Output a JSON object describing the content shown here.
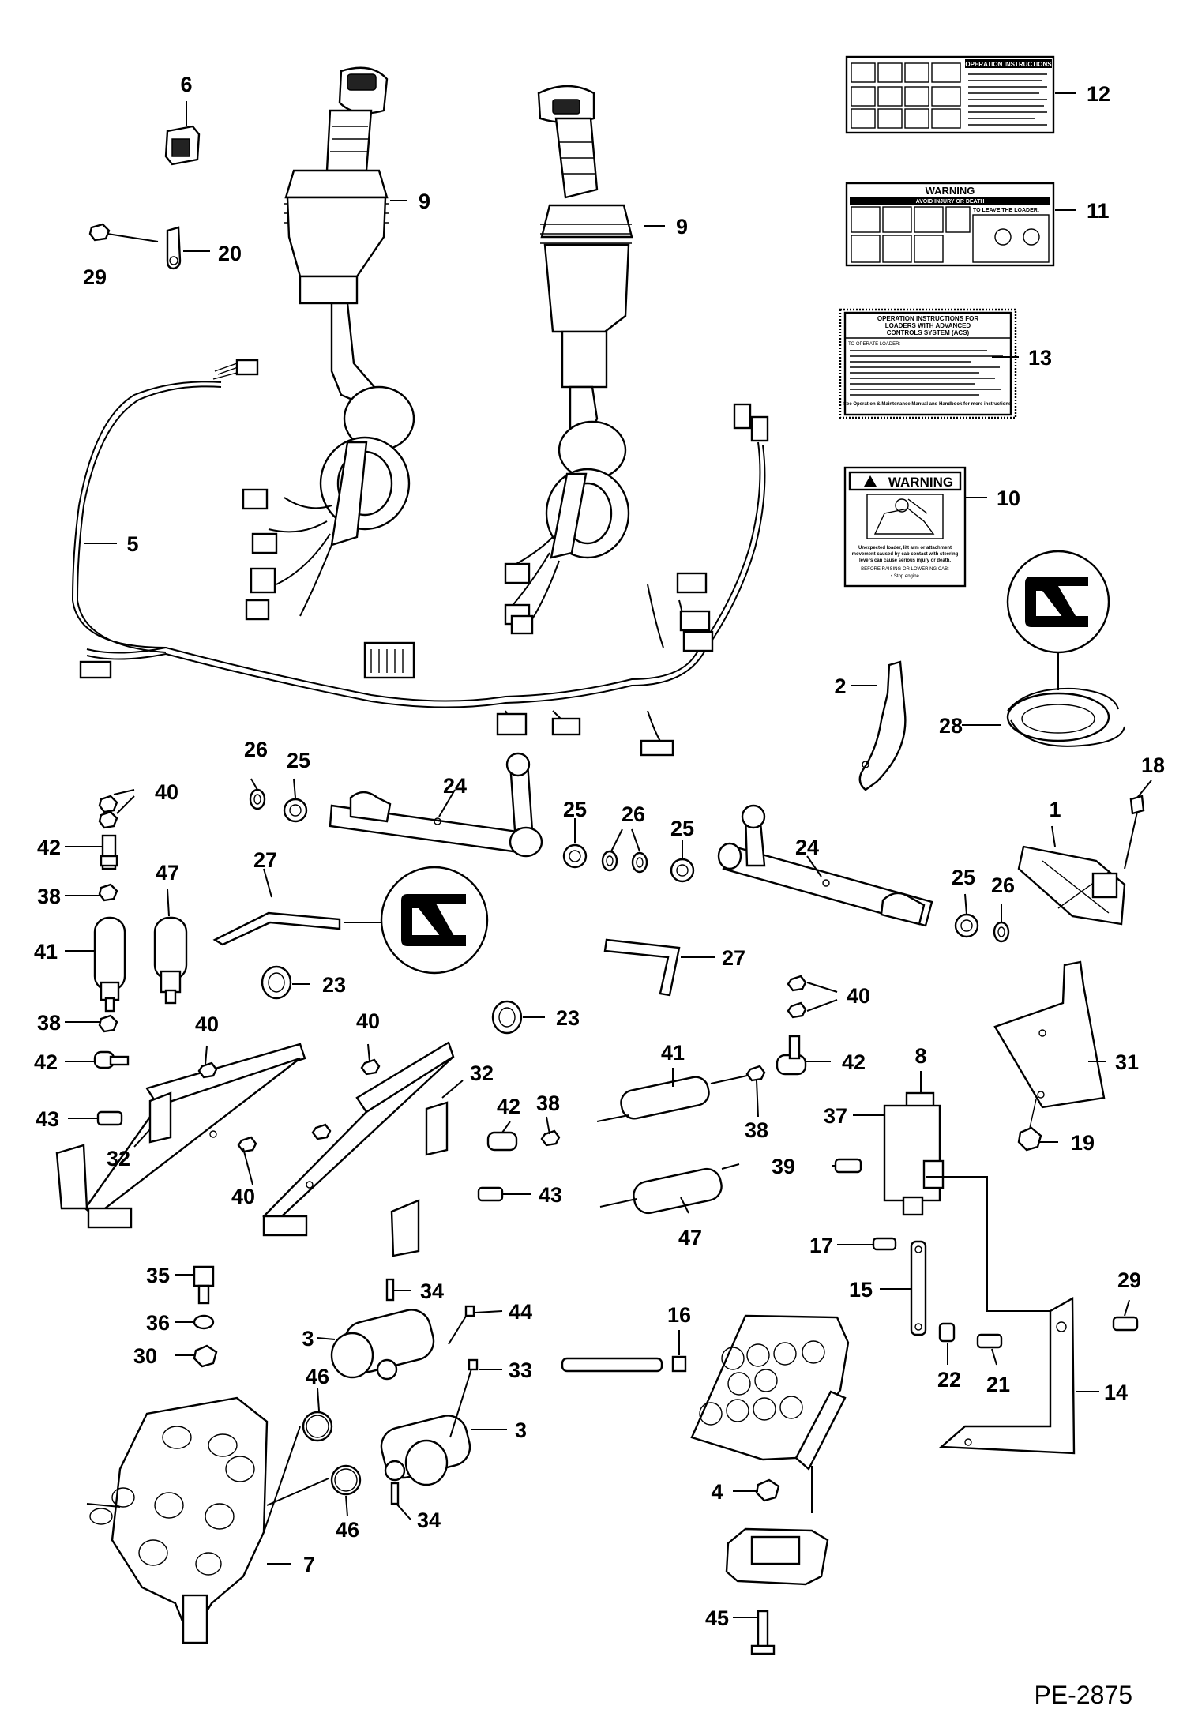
{
  "figure_ref": "PE-2875",
  "labels": {
    "l1": "1",
    "l2": "2",
    "l3a": "3",
    "l3b": "3",
    "l4": "4",
    "l5": "5",
    "l6": "6",
    "l7": "7",
    "l8": "8",
    "l9a": "9",
    "l9b": "9",
    "l10": "10",
    "l11": "11",
    "l12": "12",
    "l13": "13",
    "l14": "14",
    "l15": "15",
    "l16": "16",
    "l17": "17",
    "l18": "18",
    "l19": "19",
    "l20": "20",
    "l21": "21",
    "l22": "22",
    "l23a": "23",
    "l23b": "23",
    "l24a": "24",
    "l24b": "24",
    "l25a": "25",
    "l25b": "25",
    "l25c": "25",
    "l25d": "25",
    "l26a": "26",
    "l26b": "26",
    "l26c": "26",
    "l27a": "27",
    "l27b": "27",
    "l28": "28",
    "l29a": "29",
    "l29b": "29",
    "l30": "30",
    "l31": "31",
    "l32a": "32",
    "l32b": "32",
    "l33": "33",
    "l34a": "34",
    "l34b": "34",
    "l35": "35",
    "l36": "36",
    "l37": "37",
    "l38a": "38",
    "l38b": "38",
    "l38c": "38",
    "l38d": "38",
    "l39": "39",
    "l40a": "40",
    "l40b": "40",
    "l40c": "40",
    "l40d": "40",
    "l40e": "40",
    "l41a": "41",
    "l41b": "41",
    "l42a": "42",
    "l42b": "42",
    "l42c": "42",
    "l42d": "42",
    "l43a": "43",
    "l43b": "43",
    "l44": "44",
    "l45": "45",
    "l46a": "46",
    "l46b": "46",
    "l47a": "47",
    "l47b": "47"
  },
  "decals": {
    "op_instructions_title": "OPERATION INSTRUCTIONS",
    "warning_title": "WARNING",
    "warning_subtitle": "AVOID INJURY OR DEATH",
    "leave_loader": "TO LEAVE THE LOADER:",
    "acs_title_1": "OPERATION INSTRUCTIONS FOR",
    "acs_title_2": "LOADERS WITH ADVANCED",
    "acs_title_3": "CONTROLS SYSTEM (ACS)",
    "acs_subtitle": "TO OPERATE LOADER:",
    "acs_footer": "See Operation & Maintenance Manual and Handbook for more instructions.",
    "warning2_title": "WARNING",
    "warning2_text_1": "Unexpected loader, lift arm or attachment",
    "warning2_text_2": "movement caused by cab contact with steering",
    "warning2_text_3": "levers can cause serious injury or death.",
    "warning2_text_4": "BEFORE RAISING OR LOWERING CAB:",
    "warning2_text_5": "• Stop engine"
  },
  "colors": {
    "ink": "#000000",
    "paper": "#ffffff"
  }
}
